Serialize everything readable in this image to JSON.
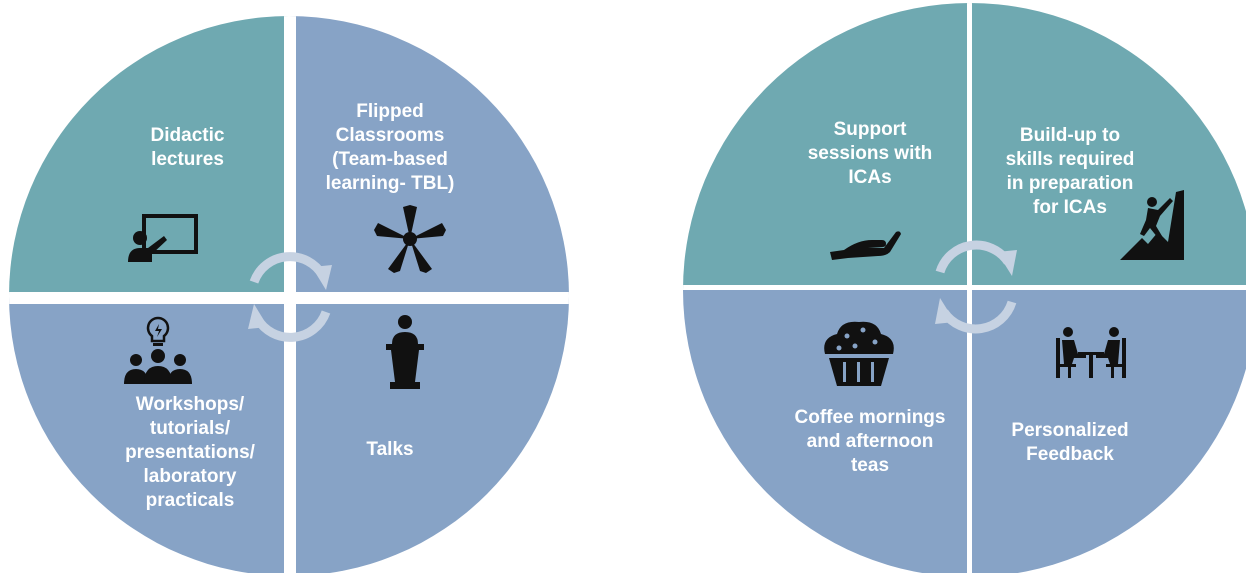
{
  "colors": {
    "teal": "#6fa9b1",
    "blue": "#87a3c6",
    "divider": "#ffffff",
    "cycle_arrows": "#c6d2e2",
    "icon": "#111111"
  },
  "left_wheel": {
    "cycle_icon": "refresh-cycle-icon",
    "quadrants": [
      {
        "position": "top-left",
        "color": "teal",
        "label": "Didactic\nlectures",
        "icon": "presentation-board-icon"
      },
      {
        "position": "top-right",
        "color": "blue",
        "label": "Flipped\nClassrooms\n(Team-based\nlearning- TBL)",
        "icon": "team-hands-icon"
      },
      {
        "position": "bottom-left",
        "color": "blue",
        "label": "Workshops/\ntutorials/\npresentations/\nlaboratory\npracticals",
        "icon": "group-idea-icon"
      },
      {
        "position": "bottom-right",
        "color": "blue",
        "label": "Talks",
        "icon": "speaker-podium-icon"
      }
    ]
  },
  "right_wheel": {
    "cycle_icon": "refresh-cycle-icon",
    "quadrants": [
      {
        "position": "top-left",
        "color": "teal",
        "label": "Support\nsessions with\nICAs",
        "icon": "helping-hand-icon"
      },
      {
        "position": "top-right",
        "color": "teal",
        "label": "Build-up to\nskills required\nin preparation\nfor ICAs",
        "icon": "climber-icon"
      },
      {
        "position": "bottom-left",
        "color": "blue",
        "label": "Coffee mornings\nand afternoon\nteas",
        "icon": "muffin-icon"
      },
      {
        "position": "bottom-right",
        "color": "blue",
        "label": "Personalized\nFeedback",
        "icon": "meeting-table-icon"
      }
    ]
  }
}
